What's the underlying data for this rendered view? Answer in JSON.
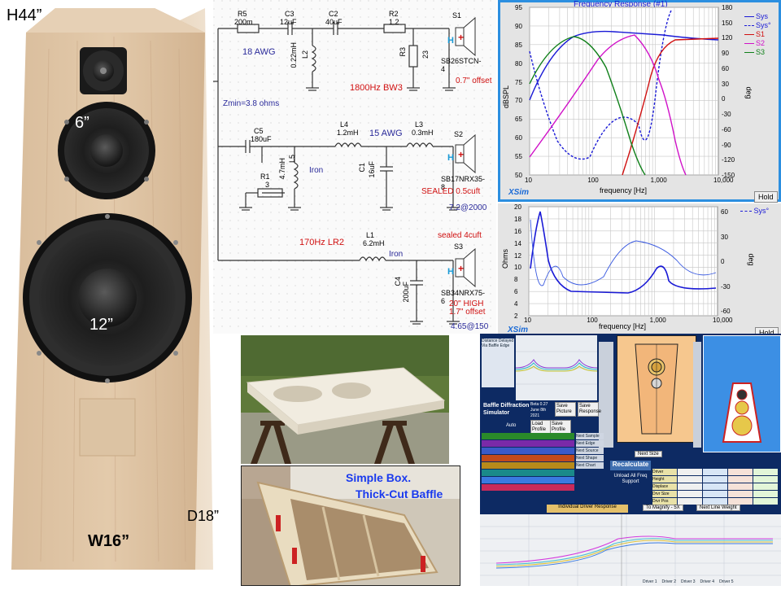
{
  "speaker": {
    "height_label": "H44”",
    "tweeter_label": "6”",
    "woofer_label": "12”",
    "depth_label": "D18”",
    "width_label": "W16”"
  },
  "schematic": {
    "parts": {
      "r5": "R5",
      "r5_val": "200m",
      "c3": "C3",
      "c3_val": "12uF",
      "c2": "C2",
      "c2_val": "40uF",
      "r2": "R2",
      "r2_val": "1.2",
      "s1": "S1",
      "s1_model": "SB26STCN-4",
      "l2": "L2",
      "l2_val": "0.22mH",
      "r3": "R3",
      "r3_val": "23",
      "c5": "C5",
      "c5_val": "180uF",
      "l4": "L4",
      "l4_val": "1.2mH",
      "l3": "L3",
      "l3_val": "0.3mH",
      "s2": "S2",
      "s2_model": "SB17NRX35-8",
      "r1": "R1",
      "r1_val": "3",
      "l5": "L5",
      "l5_val": "4.7mH",
      "c1": "C1",
      "c1_val": "16uF",
      "l1": "L1",
      "l1_val": "6.2mH",
      "c4": "C4",
      "c4_val": "200uF",
      "s3": "S3",
      "s3_model": "SB34NRX75-6",
      "iron1": "Iron",
      "iron2": "Iron"
    },
    "notes": {
      "awg18": "18 AWG",
      "zmin": "Zmin=3.8 ohms",
      "bw3": "1800Hz  BW3",
      "offset07": "0.7\" offset",
      "awg15": "15 AWG",
      "sealed05": "SEALED 0.5cuft",
      "at2000": "7.2@2000",
      "lr2": "170Hz LR2",
      "sealed4": "sealed 4cuft",
      "high20": "20\" HIGH",
      "offset17": "1.7\" offset",
      "at150": "4.65@150"
    }
  },
  "freq_chart": {
    "title": "Frequency Response (#1)",
    "xlabel": "frequency [Hz]",
    "ylabel": "dBSPL",
    "y2label": "deg",
    "brand": "XSim",
    "hold": "Hold",
    "yticks": [
      "95",
      "90",
      "85",
      "80",
      "75",
      "70",
      "65",
      "60",
      "55",
      "50"
    ],
    "y2ticks": [
      "180",
      "150",
      "120",
      "90",
      "60",
      "30",
      "0",
      "-30",
      "-60",
      "-90",
      "-120",
      "-150"
    ],
    "xticks": [
      "10",
      "100",
      "1,000",
      "10,000"
    ],
    "legend": [
      {
        "name": "Sys",
        "color": "#1a1ad6",
        "dash": false
      },
      {
        "name": "Sys°",
        "color": "#1a1ad6",
        "dash": true
      },
      {
        "name": "S1",
        "color": "#d01010",
        "dash": false
      },
      {
        "name": "S2",
        "color": "#d010c8",
        "dash": false
      },
      {
        "name": "S3",
        "color": "#10801a",
        "dash": false
      }
    ]
  },
  "imp_chart": {
    "xlabel": "frequency [Hz]",
    "ylabel": "Ohms",
    "y2label": "deg",
    "brand": "XSim",
    "hold": "Hold",
    "legend_label": "Sys°",
    "yticks": [
      "20",
      "18",
      "16",
      "14",
      "12",
      "10",
      "8",
      "6",
      "4",
      "2"
    ],
    "y2ticks": [
      "60",
      "30",
      "0",
      "-30",
      "-60"
    ],
    "xticks": [
      "10",
      "100",
      "1,000",
      "10,000"
    ]
  },
  "photos": {
    "caption_line1": "Simple Box.",
    "caption_line2": "Thick-Cut Baffle"
  },
  "simulator": {
    "title": "Baffle Diffraction Simulator",
    "beta": "Beta 0.27 June 8th 2021",
    "save_picture": "Save Picture",
    "save_response": "Save Response",
    "load_profile": "Load Profile",
    "save_profile": "Save Profile",
    "auto": "Auto",
    "recalculate": "Recalculate",
    "unload": "Unload All Freq Support",
    "next_size": "Next Size",
    "individual": "Individual Driver Response",
    "to_magnify": "To Magnify - 5X",
    "next_line_weight": "Next Line Weight",
    "distance_label": "Distance Delayed Via Baffle Edge",
    "legend": [
      "Driver 1",
      "Driver 2",
      "Driver 3",
      "Driver 4",
      "Driver 5"
    ],
    "next_buttons": [
      "Next Sample",
      "Next Edge",
      "Next Source",
      "Next Shape",
      "Next Chart"
    ],
    "row_labels": [
      "Driver",
      "Height",
      "Displace",
      "Drvr Size",
      "Drvr Pos"
    ]
  }
}
